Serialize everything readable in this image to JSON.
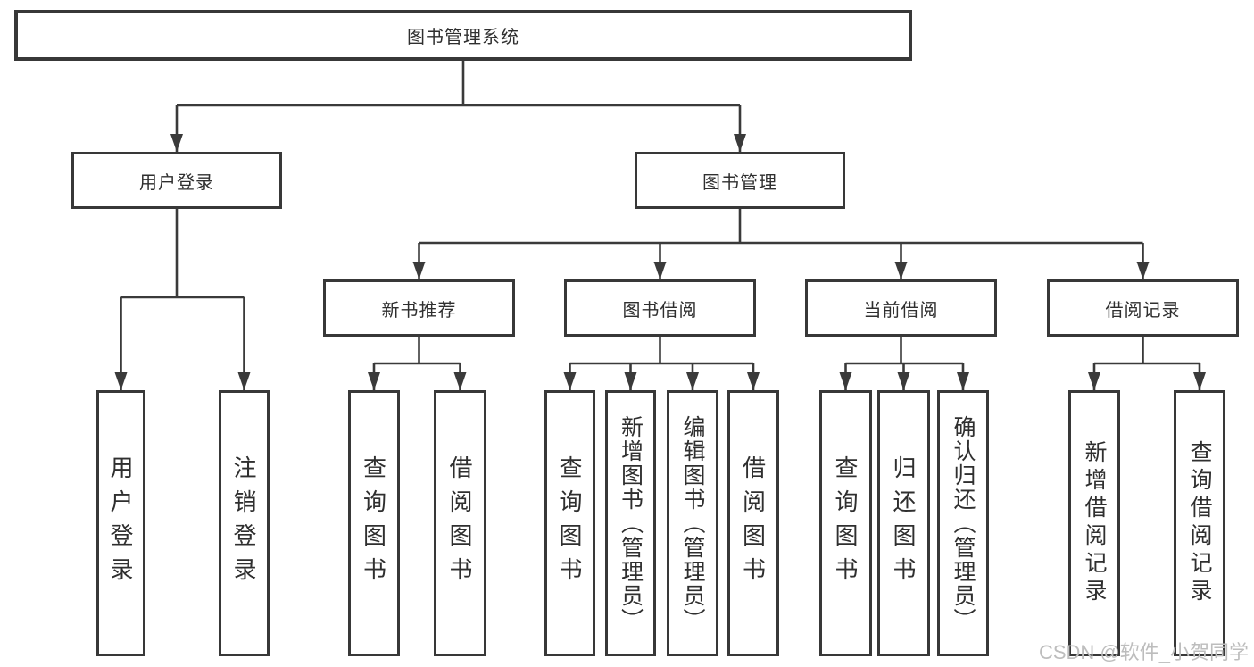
{
  "diagram": {
    "type": "hierarchy-tree",
    "nodes": {
      "root": "图书管理系统",
      "userLogin": "用户登录",
      "bookMgmt": "图书管理",
      "newBook": "新书推荐",
      "bookBorrow": "图书借阅",
      "currentBorrow": "当前借阅",
      "borrowRecords": "借阅记录",
      "leafUserLogin": "用户登录",
      "leafLogout": "注销登录",
      "nbQuery": "查询图书",
      "nbBorrow": "借阅图书",
      "bbQuery": "查询图书",
      "bbAdd": "新增图书（管理员）",
      "bbEdit": "编辑图书（管理员）",
      "bbBorrow": "借阅图书",
      "cbQuery": "查询图书",
      "cbReturn": "归还图书",
      "cbConfirm": "确认归还（管理员）",
      "brAdd": "新增借阅记录",
      "brQuery": "查询借阅记录"
    },
    "edges": [
      [
        "root",
        "userLogin"
      ],
      [
        "root",
        "bookMgmt"
      ],
      [
        "userLogin",
        "leafUserLogin"
      ],
      [
        "userLogin",
        "leafLogout"
      ],
      [
        "bookMgmt",
        "newBook"
      ],
      [
        "bookMgmt",
        "bookBorrow"
      ],
      [
        "bookMgmt",
        "currentBorrow"
      ],
      [
        "bookMgmt",
        "borrowRecords"
      ],
      [
        "newBook",
        "nbQuery"
      ],
      [
        "newBook",
        "nbBorrow"
      ],
      [
        "bookBorrow",
        "bbQuery"
      ],
      [
        "bookBorrow",
        "bbAdd"
      ],
      [
        "bookBorrow",
        "bbEdit"
      ],
      [
        "bookBorrow",
        "bbBorrow"
      ],
      [
        "currentBorrow",
        "cbQuery"
      ],
      [
        "currentBorrow",
        "cbReturn"
      ],
      [
        "currentBorrow",
        "cbConfirm"
      ],
      [
        "borrowRecords",
        "brAdd"
      ],
      [
        "borrowRecords",
        "brQuery"
      ]
    ],
    "colors": {
      "line": "#3a3a3a",
      "border": "#383838",
      "text": "#2f2f2f",
      "watermark_text": "#bdbdbd",
      "background": "#ffffff"
    },
    "watermark": "CSDN @软件_小贺同学"
  }
}
